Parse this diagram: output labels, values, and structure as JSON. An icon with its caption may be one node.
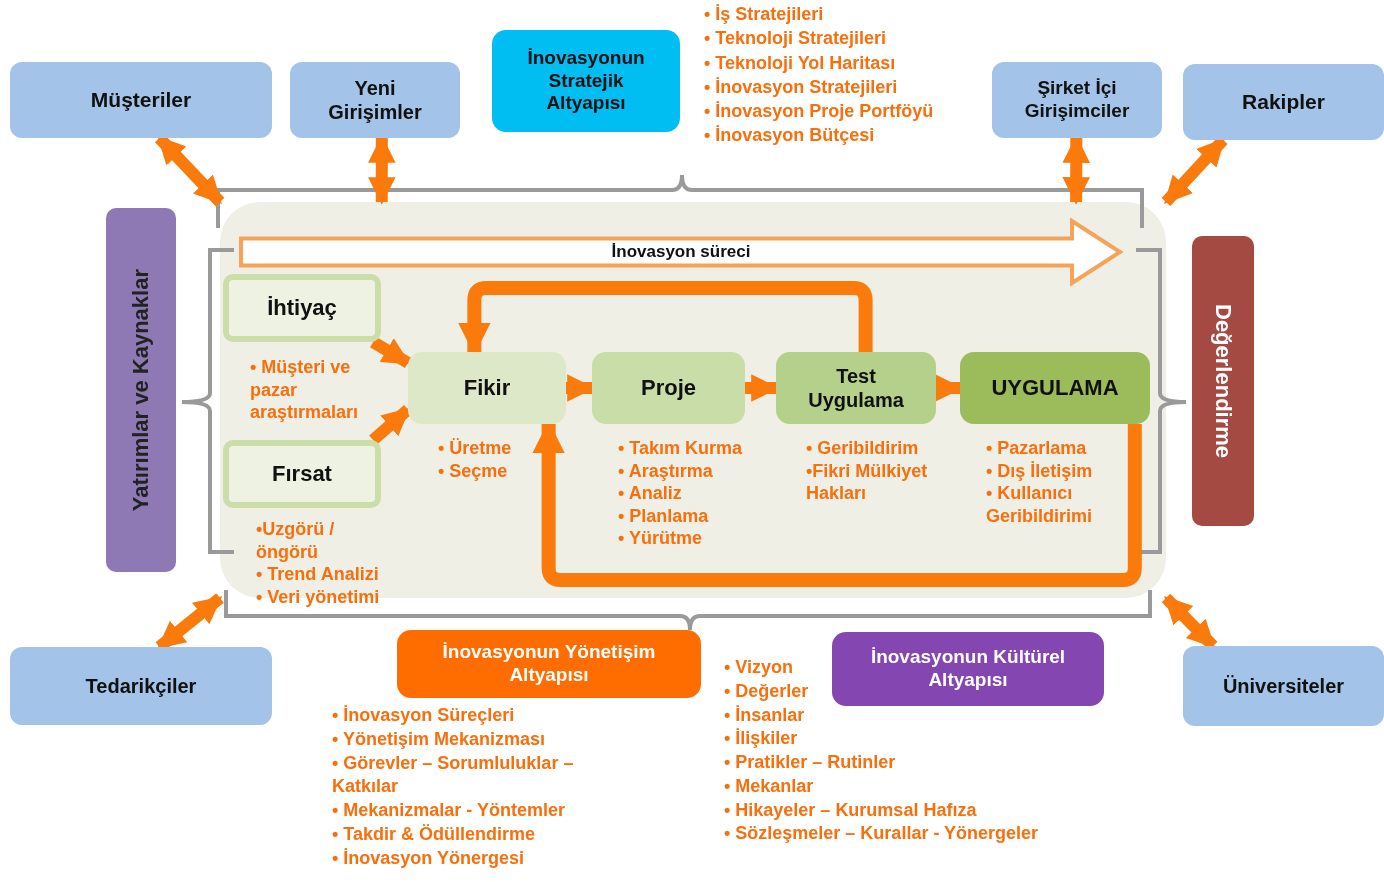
{
  "diagram": {
    "nodes": [
      {
        "text": [
          "Müşteriler"
        ]
      },
      {
        "text": [
          "Yeni Girişimler"
        ]
      },
      {
        "text": [
          "İnovasyonun Stratejik Altyapısı"
        ],
        "beside": [
          "• İş Stratejileri",
          "• Teknoloji Stratejileri",
          "• Teknoloji Yol Haritası",
          "• İnovasyon Stratejileri",
          "• İnovasyon Proje Portföyü",
          "• İnovasyon Bütçesi"
        ]
      },
      {
        "text": [
          "Şirket İçi Girişimciler"
        ]
      },
      {
        "text": [
          "Rakipler"
        ]
      },
      {
        "text": [
          "Yatırımlar ve Kaynaklar"
        ]
      },
      {
        "text": [
          "Değerlendirme"
        ]
      },
      {
        "text": [],
        "shape": "box"
      },
      {
        "text": [
          "İnovasyon süreci"
        ],
        "in": 7
      },
      {
        "text": [
          "İhtiyaç"
        ],
        "in": 7,
        "beside": [
          "• Müşteri ve pazar araştırmaları"
        ]
      },
      {
        "text": [
          "Fırsat"
        ],
        "in": 7,
        "beside": [
          "•Uzgörü / öngörü",
          "• Trend Analizi",
          "• Veri yönetimi"
        ]
      },
      {
        "text": [
          "Fikir"
        ],
        "in": 7,
        "beside": [
          "• Üretme",
          "• Seçme"
        ]
      },
      {
        "text": [
          "Proje"
        ],
        "in": 7,
        "beside": [
          "• Takım Kurma",
          "• Araştırma",
          "• Analiz",
          "• Planlama",
          "• Yürütme"
        ]
      },
      {
        "text": [
          "Test Uygulama"
        ],
        "in": 7,
        "beside": [
          "• Geribildirim",
          "•Fikri Mülkiyet Hakları"
        ]
      },
      {
        "text": [
          "UYGULAMA"
        ],
        "in": 7,
        "beside": [
          "• Pazarlama",
          "• Dış İletişim",
          "• Kullanıcı Geribildirimi"
        ]
      },
      {
        "text": [
          "Tedarikçiler"
        ]
      },
      {
        "text": [
          "İnovasyonun Yönetişim Altyapısı"
        ],
        "beside": [
          "• İnovasyon Süreçleri",
          "• Yönetişim Mekanizması",
          "• Görevler – Sorumluluklar – Katkılar",
          "• Mekanizmalar - Yöntemler",
          "• Takdir & Ödüllendirme",
          "• İnovasyon Yönergesi"
        ]
      },
      {
        "text": [
          "İnovasyonun Kültürel Altyapısı"
        ],
        "beside": [
          "• Vizyon",
          "• Değerler",
          "• İnsanlar",
          "• İlişkiler",
          "• Pratikler – Rutinler",
          "• Mekanlar",
          "• Hikayeler – Kurumsal Hafıza",
          "• Sözleşmeler – Kurallar - Yönergeler"
        ]
      },
      {
        "text": [
          "Üniversiteler"
        ]
      }
    ],
    "edges": [
      {
        "from": 0,
        "to": 7,
        "arrow": "both"
      },
      {
        "from": 1,
        "to": 7,
        "arrow": "both"
      },
      {
        "from": 3,
        "to": 7,
        "arrow": "both"
      },
      {
        "from": 4,
        "to": 7,
        "arrow": "both"
      },
      {
        "from": 15,
        "to": 7,
        "arrow": "both"
      },
      {
        "from": 18,
        "to": 7,
        "arrow": "both"
      },
      {
        "from": 9,
        "to": 11,
        "arrow": "to"
      },
      {
        "from": 10,
        "to": 11,
        "arrow": "to"
      },
      {
        "from": 11,
        "to": 12,
        "arrow": "to"
      },
      {
        "from": 12,
        "to": 13,
        "arrow": "to"
      },
      {
        "from": 13,
        "to": 14,
        "arrow": "to"
      },
      {
        "from": 13,
        "to": 11,
        "arrow": "to"
      },
      {
        "from": 14,
        "to": 11,
        "arrow": "to"
      }
    ]
  }
}
